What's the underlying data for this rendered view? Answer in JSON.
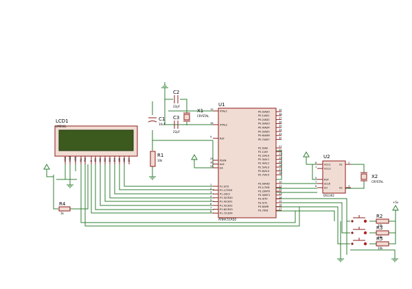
{
  "schematic": {
    "mcu": {
      "ref": "U1",
      "part": "AT89C51RD2",
      "left_top_pins": [
        {
          "num": "19",
          "label": "XTAL1"
        },
        {
          "num": "18",
          "label": "XTAL2"
        },
        {
          "num": "9",
          "label": "RST"
        }
      ],
      "left_mid_pins": [
        {
          "num": "29",
          "label": "PSEN"
        },
        {
          "num": "30",
          "label": "ALE"
        },
        {
          "num": "31",
          "label": "EA"
        }
      ],
      "left_bottom_pins": [
        {
          "num": "1",
          "label": "P1.0/T2"
        },
        {
          "num": "2",
          "label": "P1.1/T2EX"
        },
        {
          "num": "3",
          "label": "P1.2/ECI"
        },
        {
          "num": "4",
          "label": "P1.3/CEX0"
        },
        {
          "num": "5",
          "label": "P1.4/CEX1"
        },
        {
          "num": "6",
          "label": "P1.5/CEX2"
        },
        {
          "num": "7",
          "label": "P1.6/CEX3"
        },
        {
          "num": "8",
          "label": "P1.7/CEX4"
        }
      ],
      "right_top_pins": [
        {
          "num": "39",
          "label": "P0.0/AD0"
        },
        {
          "num": "38",
          "label": "P0.1/AD1"
        },
        {
          "num": "37",
          "label": "P0.2/AD2"
        },
        {
          "num": "36",
          "label": "P0.3/AD3"
        },
        {
          "num": "35",
          "label": "P0.4/AD4"
        },
        {
          "num": "34",
          "label": "P0.5/AD5"
        },
        {
          "num": "33",
          "label": "P0.6/AD6"
        },
        {
          "num": "32",
          "label": "P0.7/AD7"
        }
      ],
      "right_mid_pins": [
        {
          "num": "21",
          "label": "P2.0/A8"
        },
        {
          "num": "22",
          "label": "P2.1/A9"
        },
        {
          "num": "23",
          "label": "P2.2/A10"
        },
        {
          "num": "24",
          "label": "P2.3/A11"
        },
        {
          "num": "25",
          "label": "P2.4/A12"
        },
        {
          "num": "26",
          "label": "P2.5/A13"
        },
        {
          "num": "27",
          "label": "P2.6/A14"
        },
        {
          "num": "28",
          "label": "P2.7/A15"
        }
      ],
      "right_bottom_pins": [
        {
          "num": "10",
          "label": "P3.0/RXD"
        },
        {
          "num": "11",
          "label": "P3.1/TXD"
        },
        {
          "num": "12",
          "label": "P3.2/INT0"
        },
        {
          "num": "13",
          "label": "P3.3/INT1"
        },
        {
          "num": "14",
          "label": "P3.4/T0"
        },
        {
          "num": "15",
          "label": "P3.5/T1"
        },
        {
          "num": "16",
          "label": "P3.6/WR"
        },
        {
          "num": "17",
          "label": "P3.7/RD"
        }
      ]
    },
    "lcd": {
      "ref": "LCD1",
      "part": "LM016L",
      "pins": [
        "VSS",
        "VDD",
        "VEE",
        "RS",
        "RW",
        "E",
        "D0",
        "D1",
        "D2",
        "D3",
        "D4",
        "D5",
        "D6",
        "D7"
      ]
    },
    "rtc": {
      "ref": "U2",
      "part": "DS1302",
      "left_pins": [
        {
          "num": "8",
          "label": "VCC1"
        },
        {
          "num": "1",
          "label": "VCC2"
        },
        {
          "num": "5",
          "label": "RST"
        },
        {
          "num": "7",
          "label": "SCLK"
        },
        {
          "num": "6",
          "label": "I/O"
        }
      ],
      "right_pins": [
        {
          "num": "2",
          "label": "X1"
        },
        {
          "num": "3",
          "label": "X2"
        }
      ]
    },
    "passives": {
      "c1_ref": "C1",
      "c1_val": "10uF",
      "c2_ref": "C2",
      "c2_val": "22pF",
      "c3_ref": "C3",
      "c3_val": "22pF",
      "x1_ref": "X1",
      "x1_val": "CRYSTAL",
      "x2_ref": "X2",
      "x2_val": "CRYSTAL",
      "r1_ref": "R1",
      "r1_val": "10k",
      "r2_ref": "R2",
      "r2_val": "10k",
      "r3_ref": "R3",
      "r3_val": "10k",
      "r4_ref": "R4",
      "r4_val": "1k",
      "r5_ref": "R5",
      "r5_val": "10k",
      "vcc_label": "+5v"
    },
    "colors": {
      "wire": "#2e7d32",
      "component_outline": "#8b1a1a",
      "component_fill": "#f1dcd3",
      "lcd_screen": "#3d5a1e",
      "switch_dot": "#b22222"
    }
  }
}
